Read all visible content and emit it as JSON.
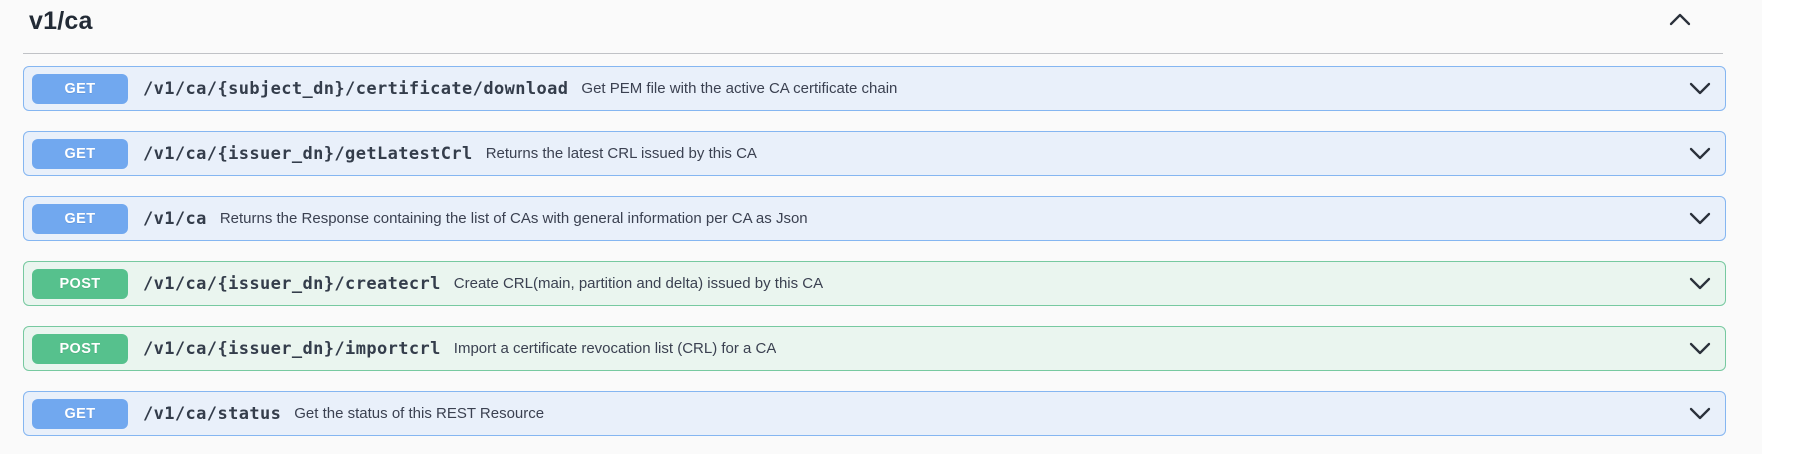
{
  "section": {
    "title": "v1/ca",
    "collapse_icon": "chevron-up"
  },
  "endpoints": [
    {
      "method": "GET",
      "path": "/v1/ca/{subject_dn}/certificate/download",
      "description": "Get PEM file with the active CA certificate chain"
    },
    {
      "method": "GET",
      "path": "/v1/ca/{issuer_dn}/getLatestCrl",
      "description": "Returns the latest CRL issued by this CA"
    },
    {
      "method": "GET",
      "path": "/v1/ca",
      "description": "Returns the Response containing the list of CAs with general information per CA as Json"
    },
    {
      "method": "POST",
      "path": "/v1/ca/{issuer_dn}/createcrl",
      "description": "Create CRL(main, partition and delta) issued by this CA"
    },
    {
      "method": "POST",
      "path": "/v1/ca/{issuer_dn}/importcrl",
      "description": "Import a certificate revocation list (CRL) for a CA"
    },
    {
      "method": "GET",
      "path": "/v1/ca/status",
      "description": "Get the status of this REST Resource"
    }
  ],
  "colors": {
    "get_badge": "#71a8ef",
    "get_row_bg": "#e9f0fa",
    "get_row_border": "#85b6f1",
    "post_badge": "#56c18d",
    "post_row_bg": "#eaf5ef",
    "post_row_border": "#77c9a0",
    "heading_text": "#232b36",
    "body_text": "#3b4151",
    "page_bg": "#fafafa"
  }
}
